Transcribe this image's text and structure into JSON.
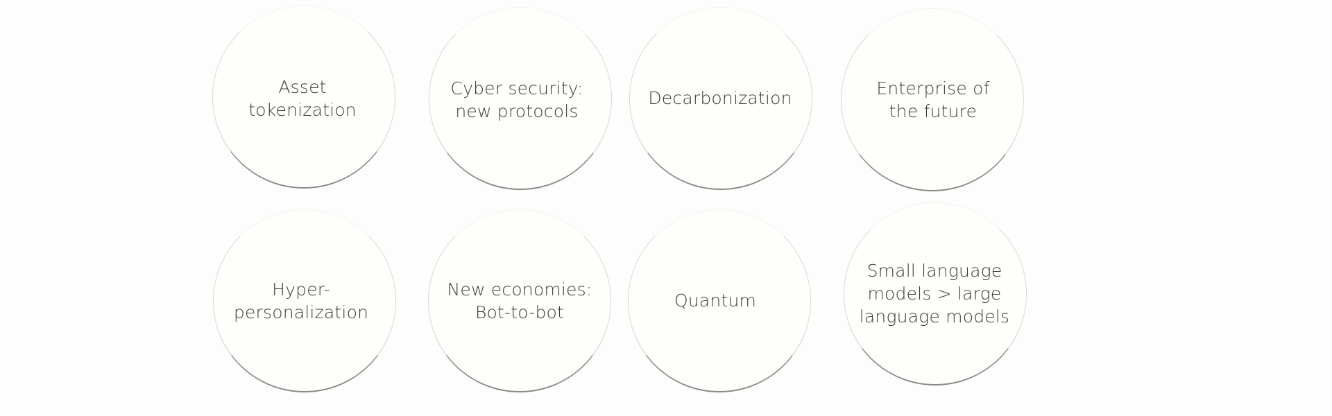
{
  "topics": [
    {
      "label": "Asset\ntokenization"
    },
    {
      "label": "Cyber security:\nnew protocols"
    },
    {
      "label": "Decarbonization"
    },
    {
      "label": "Enterprise of\nthe future"
    },
    {
      "label": "Hyper-\npersonalization"
    },
    {
      "label": "New economies:\nBot-to-bot"
    },
    {
      "label": "Quantum"
    },
    {
      "label": "Small language\nmodels > large\nlanguage models"
    }
  ]
}
